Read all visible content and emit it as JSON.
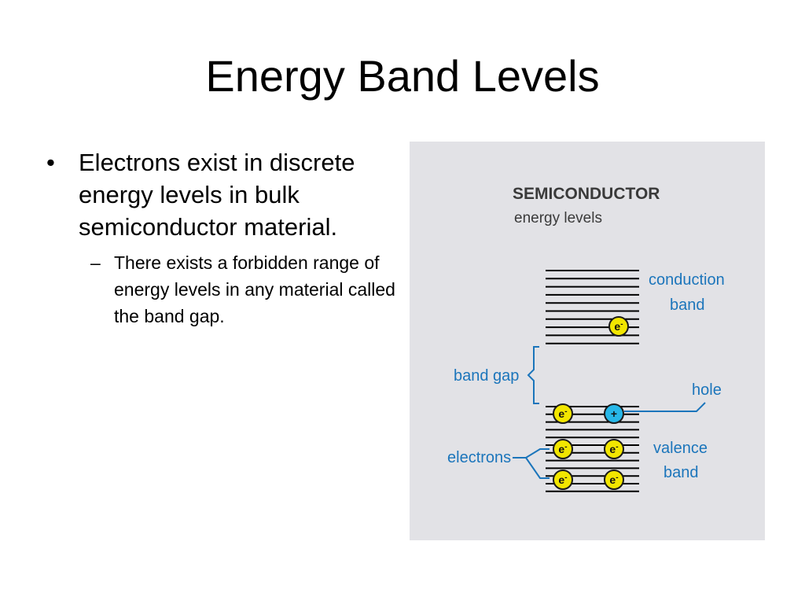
{
  "slide": {
    "title": "Energy Band Levels",
    "bullets": [
      {
        "text": "Electrons exist in discrete energy levels in bulk semiconductor material.",
        "sub": [
          "There exists a forbidden range of energy levels in any material called the band gap."
        ]
      }
    ],
    "bullet_marker": "•",
    "sub_marker": "–"
  },
  "diagram": {
    "heading": "SEMICONDUCTOR",
    "subheading": "energy levels",
    "labels": {
      "conduction_1": "conduction",
      "conduction_2": "band",
      "band_gap": "band gap",
      "hole": "hole",
      "electrons": "electrons",
      "valence_1": "valence",
      "valence_2": "band"
    },
    "electron_symbol": "e",
    "electron_charge": "-",
    "hole_symbol": "+",
    "colors": {
      "panel": "#e2e2e6",
      "label_blue": "#1b75bb",
      "electron_fill": "#f2e600",
      "hole_fill": "#27b7e8",
      "line": "#000000"
    }
  }
}
